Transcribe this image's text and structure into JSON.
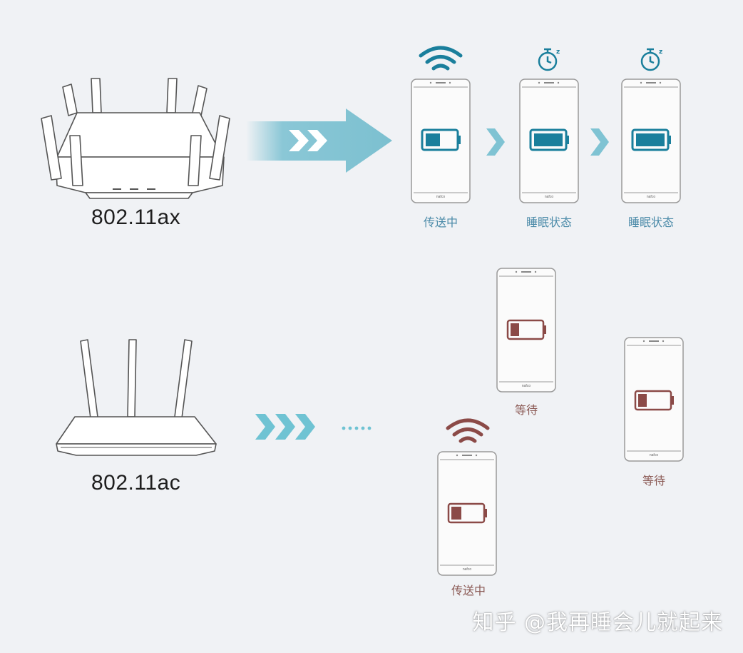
{
  "colors": {
    "background": "#f0f2f5",
    "ax_accent": "#1a7f9c",
    "ax_arrow": "#8ac7d6",
    "ac_accent": "#8b4a47",
    "ac_arrow": "#6fc3d3",
    "device_outline": "#9a9a9a"
  },
  "top": {
    "router_label": "802.11ax",
    "devices": [
      {
        "status": "传送中",
        "icon": "wifi-icon"
      },
      {
        "status": "睡眠状态",
        "icon": "sleep-timer-icon"
      },
      {
        "status": "睡眠状态",
        "icon": "sleep-timer-icon"
      }
    ]
  },
  "bottom": {
    "router_label": "802.11ac",
    "devices": [
      {
        "status": "等待"
      },
      {
        "status": "等待"
      },
      {
        "status": "传送中",
        "icon": "wifi-icon"
      }
    ]
  },
  "phone_brand": "nafco",
  "watermark": "知乎 @我再睡会儿就起来"
}
